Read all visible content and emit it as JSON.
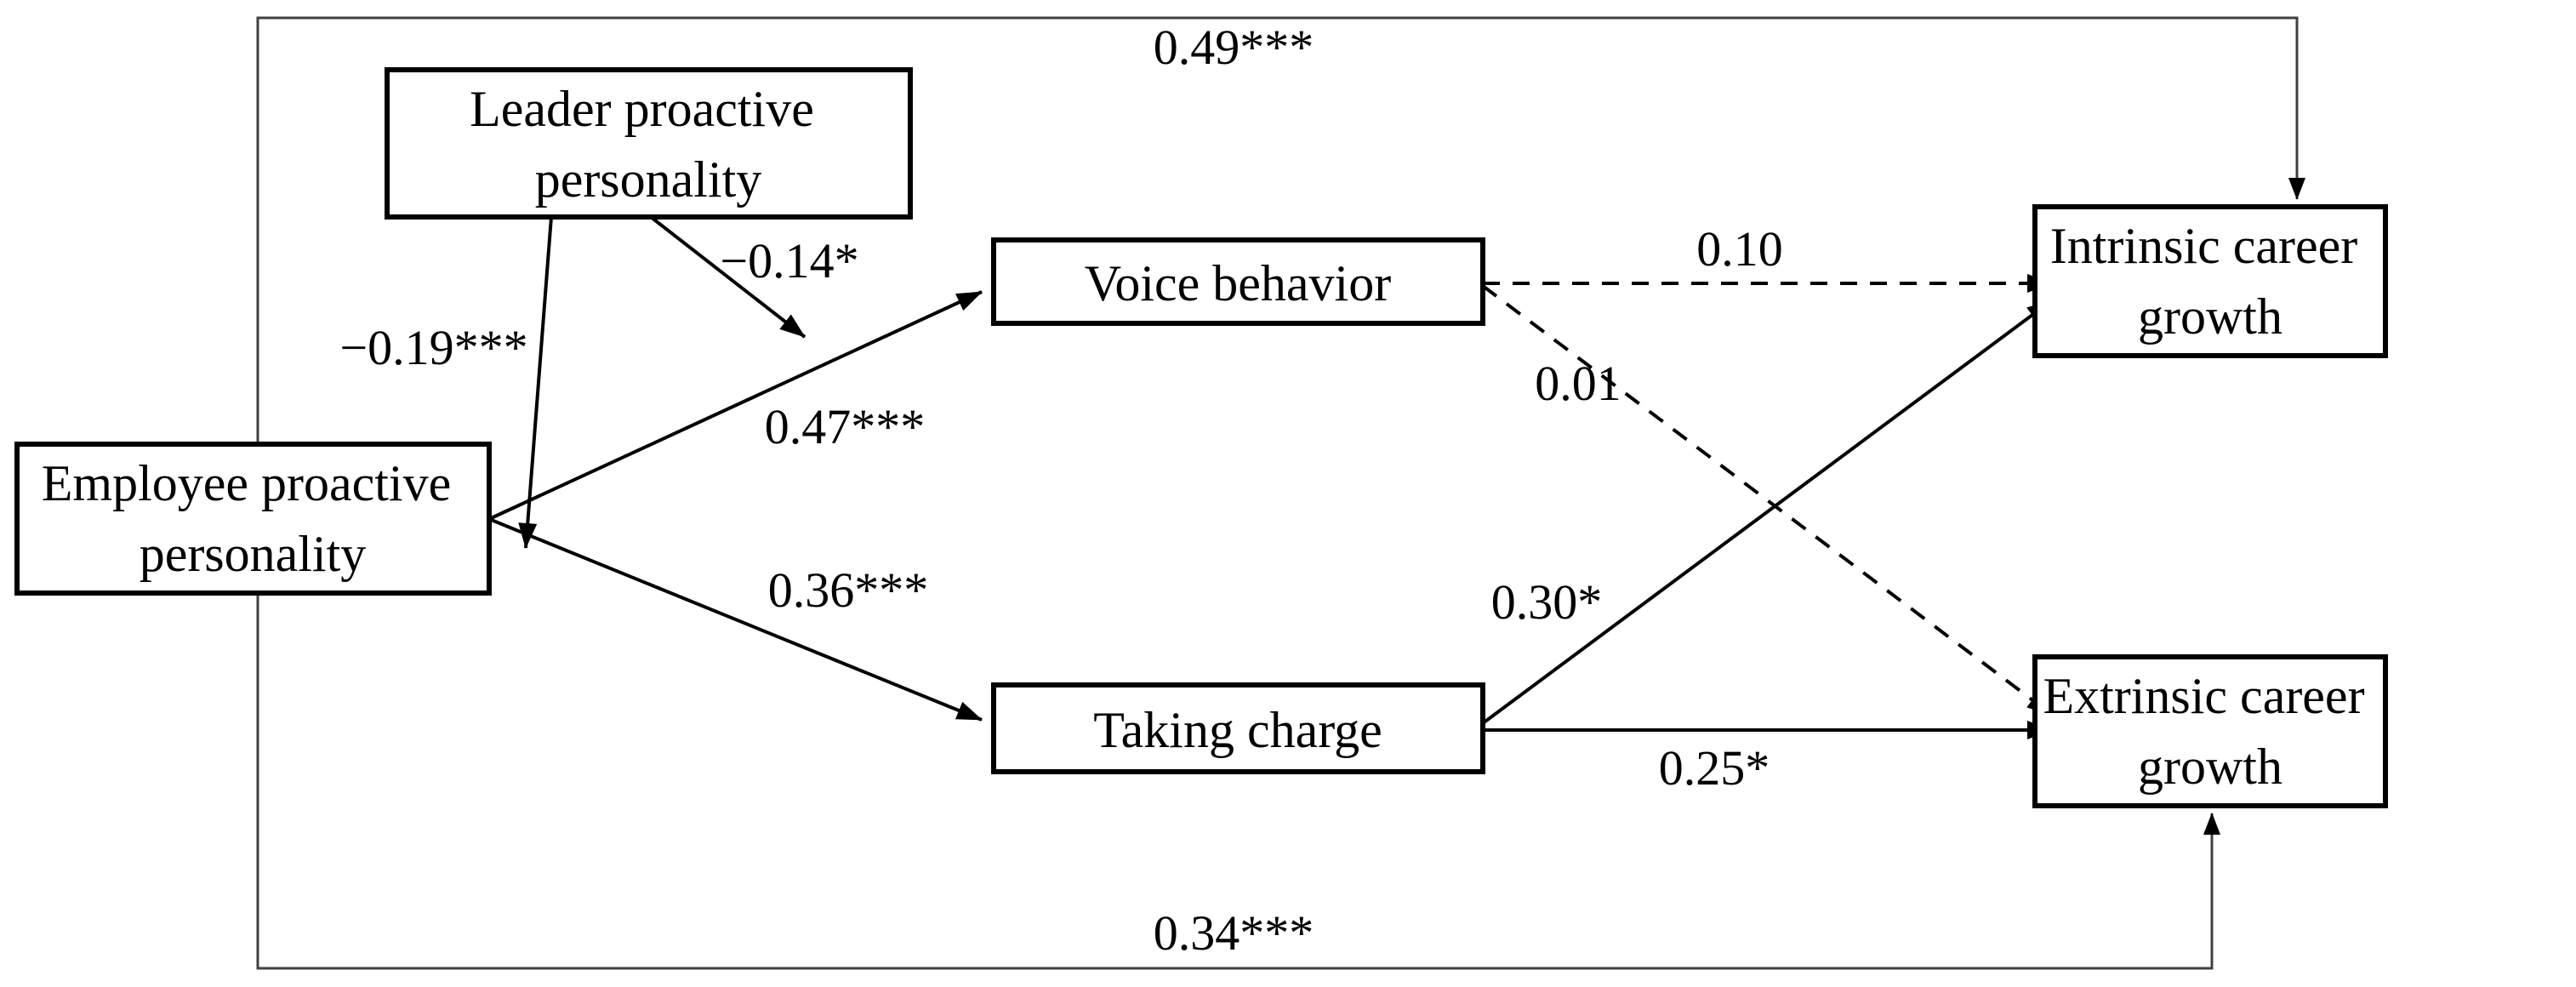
{
  "diagram": {
    "type": "sem-path-model",
    "nodes": {
      "employee": {
        "line1": "Employee proactive",
        "line2": "personality"
      },
      "leader": {
        "line1": "Leader proactive",
        "line2": "personality"
      },
      "voice": {
        "label": "Voice behavior"
      },
      "taking": {
        "label": "Taking charge"
      },
      "intrinsic": {
        "line1": "Intrinsic career",
        "line2": "growth"
      },
      "extrinsic": {
        "line1": "Extrinsic career",
        "line2": "growth"
      }
    },
    "paths": {
      "employee_to_voice": "0.47***",
      "employee_to_taking_charge": "0.36***",
      "voice_to_intrinsic": "0.10",
      "voice_to_extrinsic": "0.01",
      "taking_charge_to_intrinsic": "0.30*",
      "taking_charge_to_extrinsic": "0.25*",
      "employee_to_intrinsic_direct": "0.49***",
      "employee_to_extrinsic_direct": "0.34***",
      "leader_moderation_on_voice_path": "−0.14*",
      "leader_moderation_on_taking_path": "−0.19***"
    },
    "line_styles": {
      "significant_path": "solid",
      "nonsignificant_path": "dashed",
      "direct_effect_path": "thin solid frame"
    },
    "colors": {
      "ink": "#000000",
      "frame_line": "#404040",
      "background": "#ffffff"
    }
  }
}
